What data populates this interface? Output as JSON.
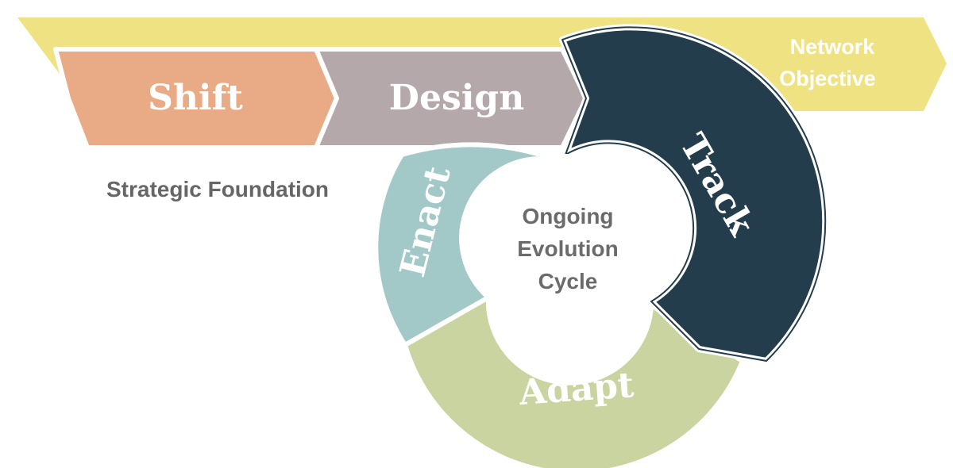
{
  "objective": {
    "line1": "Network",
    "line2": "Objective"
  },
  "foundation": {
    "caption": "Strategic Foundation",
    "steps": [
      {
        "label": "Shift",
        "color": "#e8ab85"
      },
      {
        "label": "Design",
        "color": "#b5a8ab"
      }
    ]
  },
  "cycle": {
    "center": {
      "line1": "Ongoing",
      "line2": "Evolution",
      "line3": "Cycle"
    },
    "segments": [
      {
        "label": "Track",
        "color": "#233d4d"
      },
      {
        "label": "Adapt",
        "color": "#c9d4a0"
      },
      {
        "label": "Enact",
        "color": "#a3c8c8"
      }
    ]
  },
  "colors": {
    "objective_band": "#efe283",
    "center_fill": "#ffffff",
    "outline": "#ffffff"
  }
}
